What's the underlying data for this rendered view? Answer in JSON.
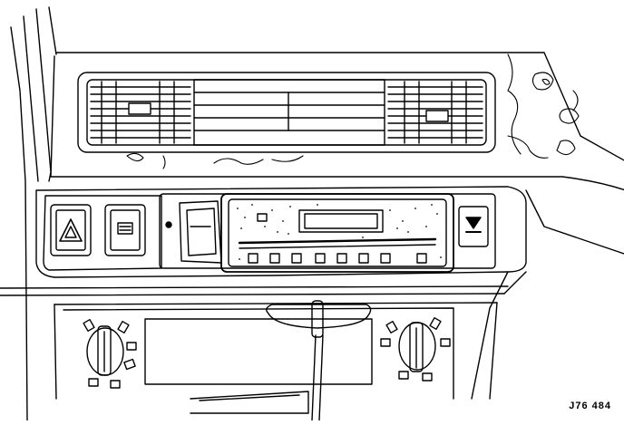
{
  "figure": {
    "reference_code": "J76 484"
  },
  "components": {
    "center_vent": "center-vent-grille",
    "hazard_switch": "hazard-warning-switch",
    "rear_defrost_switch": "heated-rear-window-switch",
    "radio": "radio-cassette-unit",
    "cassette_eject": "cassette-eject-button",
    "left_temp_knob": "left-temperature-knob",
    "right_temp_knob": "right-temperature-knob",
    "gear_selector": "gear-selector-knob",
    "ink_color": "#000000",
    "paper_color": "#ffffff"
  }
}
